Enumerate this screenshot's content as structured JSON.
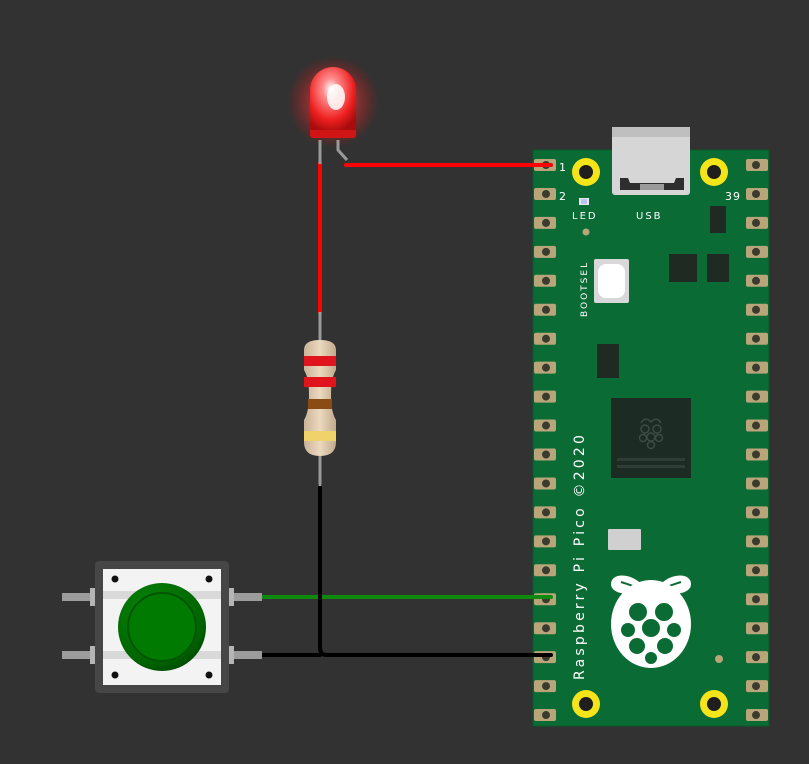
{
  "board": {
    "name": "Raspberry Pi Pico",
    "silkscreen": "Raspberry Pi Pico ©2020",
    "pin_1_label": "1",
    "pin_2_label": "2",
    "pin_39_label": "39",
    "led_label": "LED",
    "usb_label": "USB",
    "bootsel_label": "BOOTSEL",
    "colors": {
      "pcb": "#0b6b35",
      "pad": "#b8a67a",
      "mount_hole": "#f3e51a"
    }
  },
  "components": {
    "led": {
      "color": "red",
      "icons": [
        "led-icon"
      ]
    },
    "resistor": {
      "bands": [
        "#e0141c",
        "#e0141c",
        "#8a4b14",
        "#f0d26a"
      ]
    },
    "pushbutton": {
      "cap_color": "#0a7a0a"
    }
  },
  "wires": [
    {
      "name": "led-to-pin1",
      "color": "#ff0000"
    },
    {
      "name": "led-to-resistor",
      "color": "#ff0000"
    },
    {
      "name": "button-to-board",
      "color": "#0e8a0e"
    },
    {
      "name": "ground",
      "color": "#000000"
    }
  ]
}
